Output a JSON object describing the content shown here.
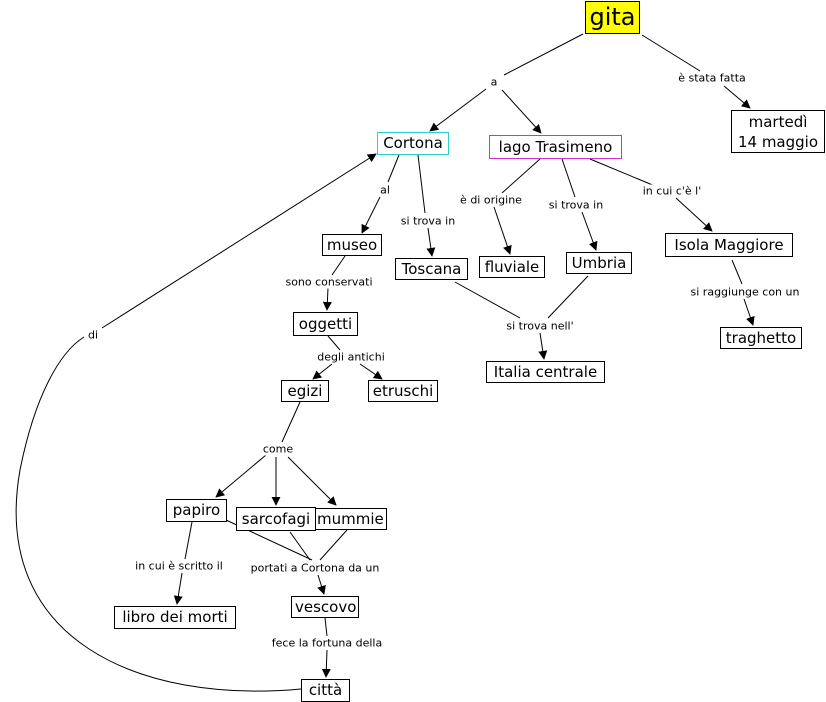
{
  "concepts": {
    "gita": "gita",
    "cortona": "Cortona",
    "lago": "lago Trasimeno",
    "martedi": "martedì\n14 maggio",
    "museo": "museo",
    "toscana": "Toscana",
    "fluviale": "fluviale",
    "umbria": "Umbria",
    "isola": "Isola Maggiore",
    "oggetti": "oggetti",
    "italia": "Italia centrale",
    "traghetto": "traghetto",
    "egizi": "egizi",
    "etruschi": "etruschi",
    "papiro": "papiro",
    "sarcofagi": "sarcofagi",
    "mummie": "mummie",
    "libro": "libro dei morti",
    "vescovo": "vescovo",
    "citta": "città"
  },
  "links": {
    "a": "a",
    "stata_fatta": "è stata fatta",
    "al": "al",
    "si_trova_in_1": "si trova in",
    "di_origine": "è di origine",
    "si_trova_in_2": "si trova in",
    "in_cui_ce": "in cui c'è l'",
    "sono_conservati": "sono conservati",
    "si_trova_nell": "si trova nell'",
    "si_raggiunge": "si raggiunge con un",
    "degli_antichi": "degli antichi",
    "come": "come",
    "in_cui_scritto": "in cui è scritto il",
    "portati": "portati a Cortona da un",
    "fece_fortuna": "fece la fortuna della",
    "di": "di"
  },
  "colors": {
    "gita_fill": "#ffff00",
    "cortona_border": "#33cccc",
    "lago_border": "#cc33cc",
    "line": "#000000"
  }
}
